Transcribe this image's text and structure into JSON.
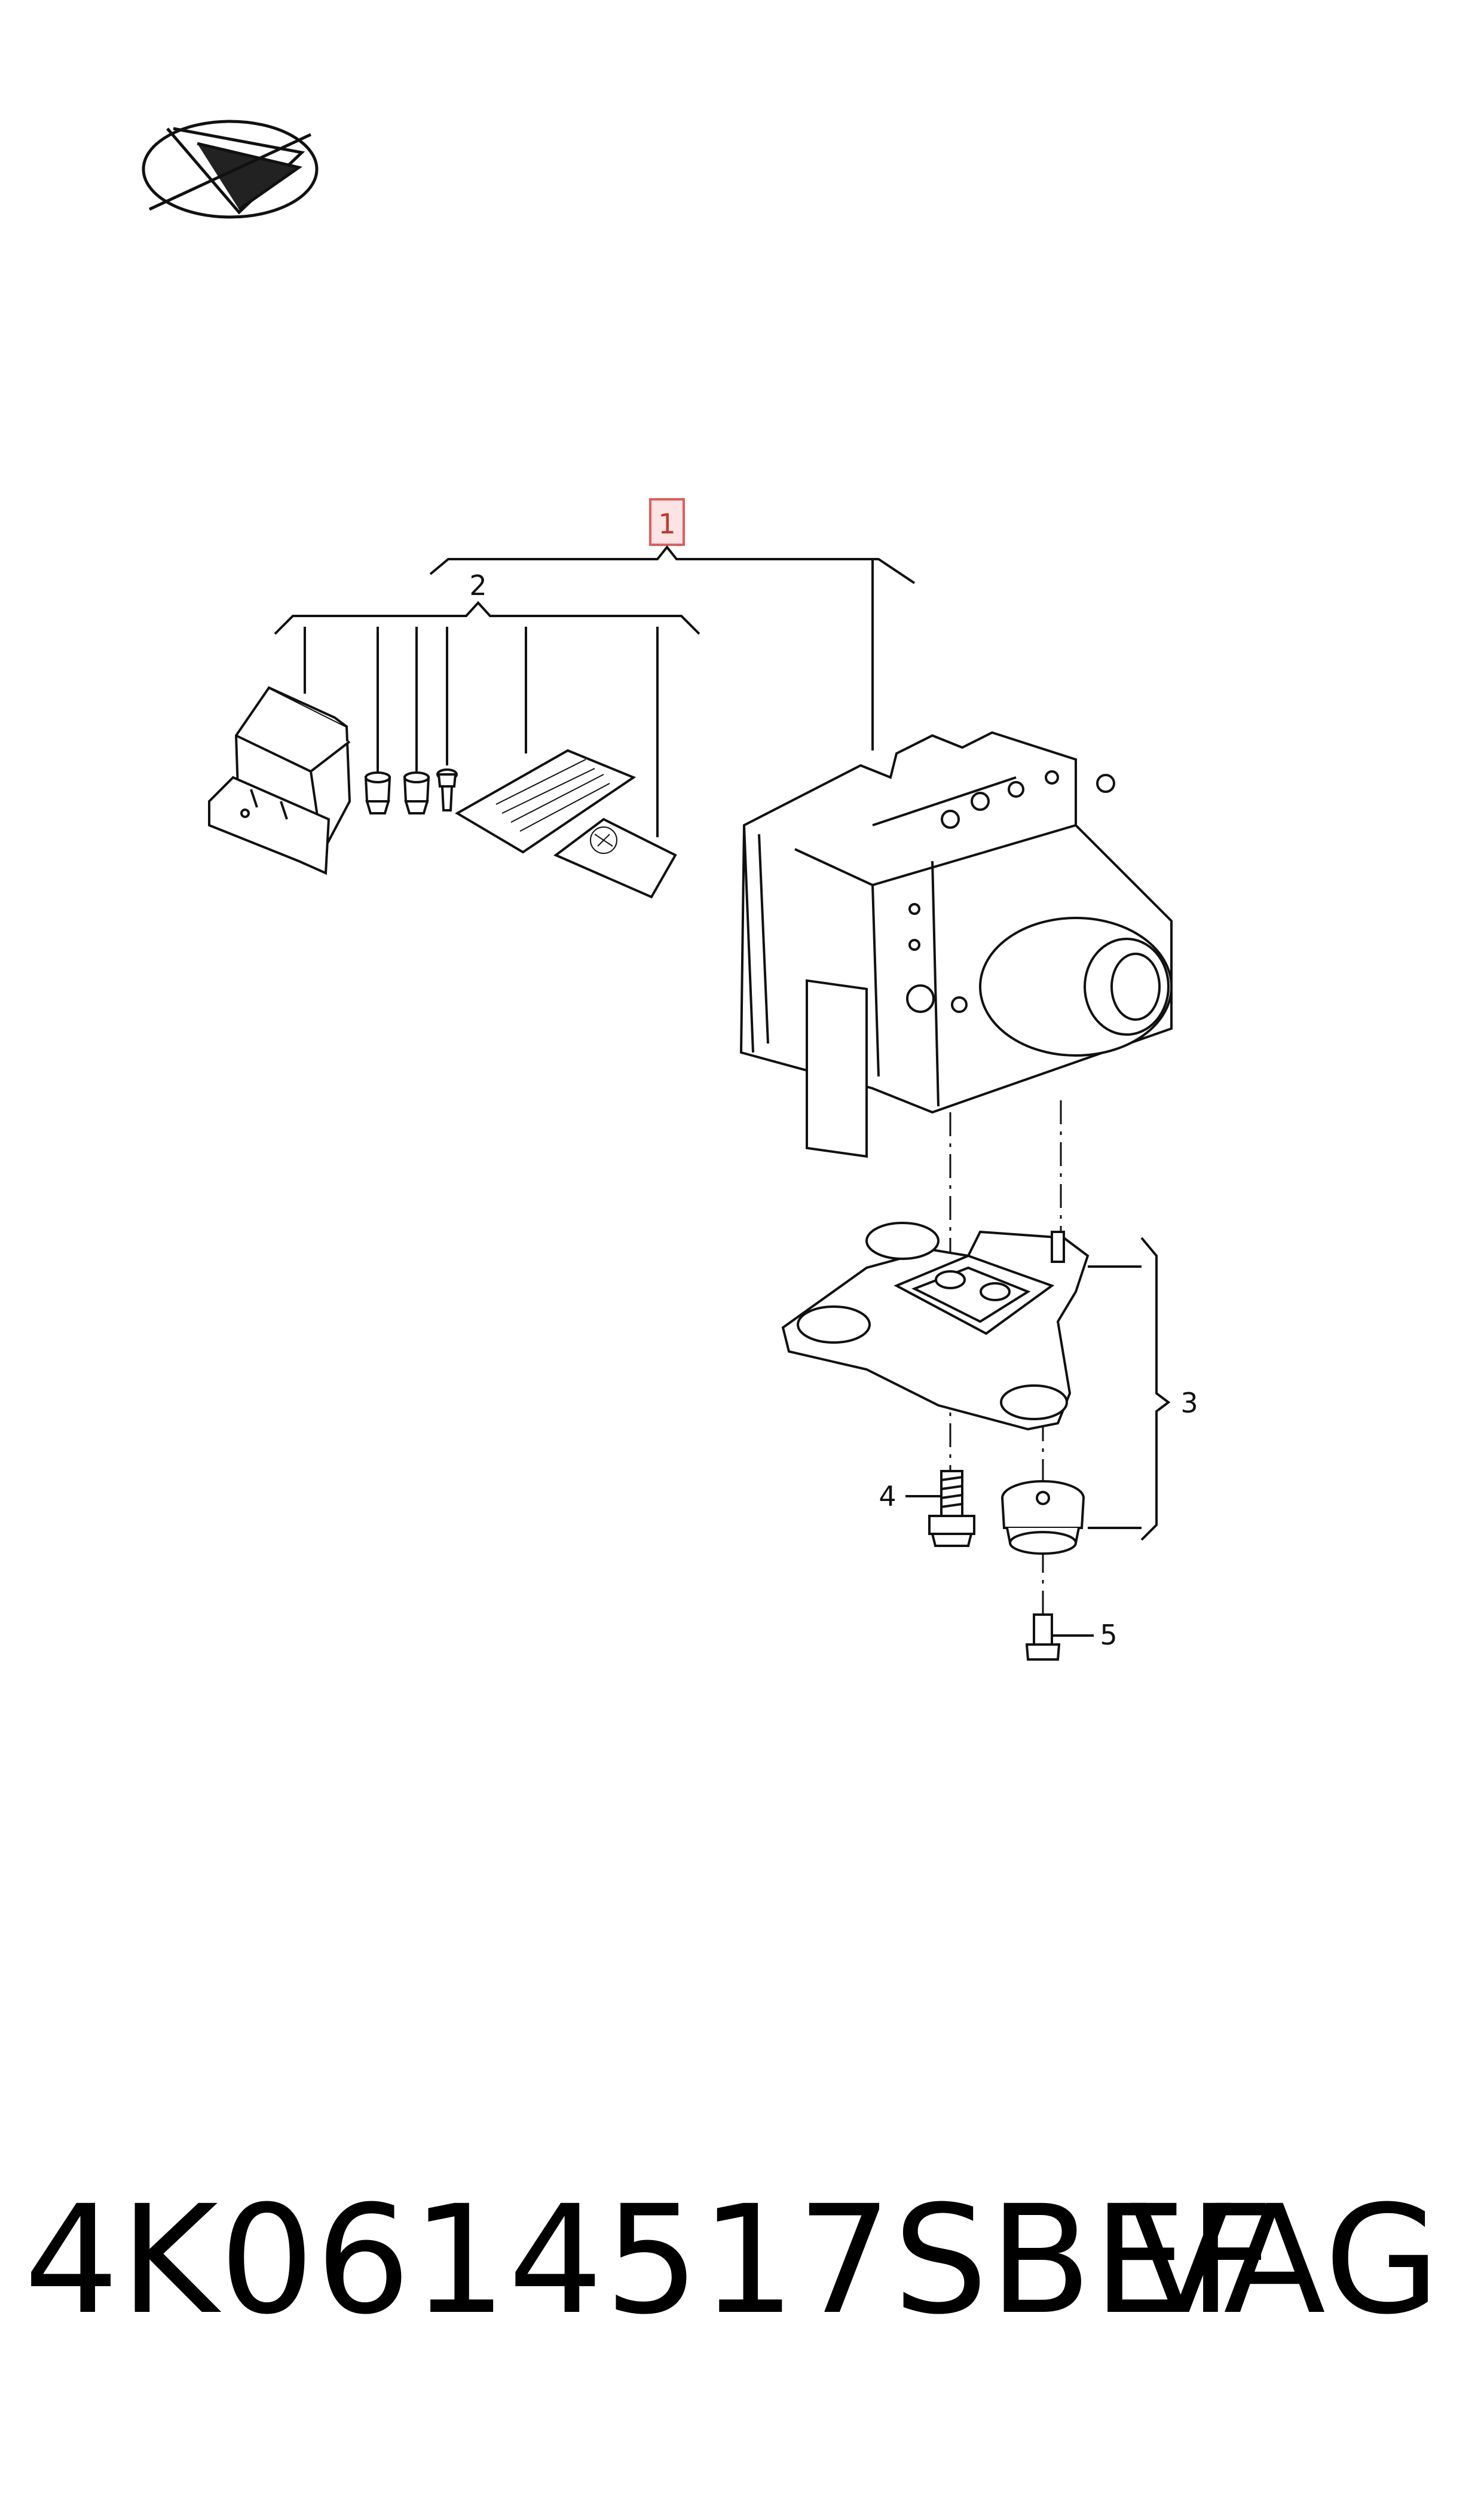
{
  "callouts": {
    "item1": "1",
    "item2": "2",
    "item3": "3",
    "item4": "4",
    "item5": "5"
  },
  "footer": {
    "part_number": "4K0614517SBEF",
    "maker": "VAG"
  },
  "colors": {
    "line": "#111111",
    "highlight_border": "#e35b5b",
    "highlight_fill": "#fde4e4"
  },
  "icons": {
    "logo": "paper-plane-logo-icon"
  }
}
